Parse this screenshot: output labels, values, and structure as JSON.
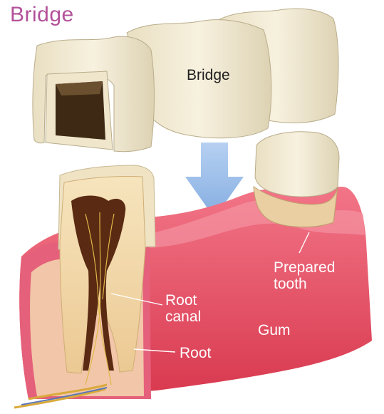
{
  "title": "Bridge",
  "labels": {
    "bridge": "Bridge",
    "prepared_tooth": [
      "Prepared",
      "tooth"
    ],
    "root_canal": [
      "Root",
      "canal"
    ],
    "gum": "Gum",
    "root": "Root"
  },
  "colors": {
    "title": "#b3519a",
    "tooth_enamel": "#f2ead2",
    "gum": "#e44b5e",
    "gum_light": "#f06c7c",
    "arrow": "#8fb7e6",
    "pulp": "#5a2a12",
    "dentin": "#f3d9a6",
    "bone": "#f1c3a4"
  }
}
